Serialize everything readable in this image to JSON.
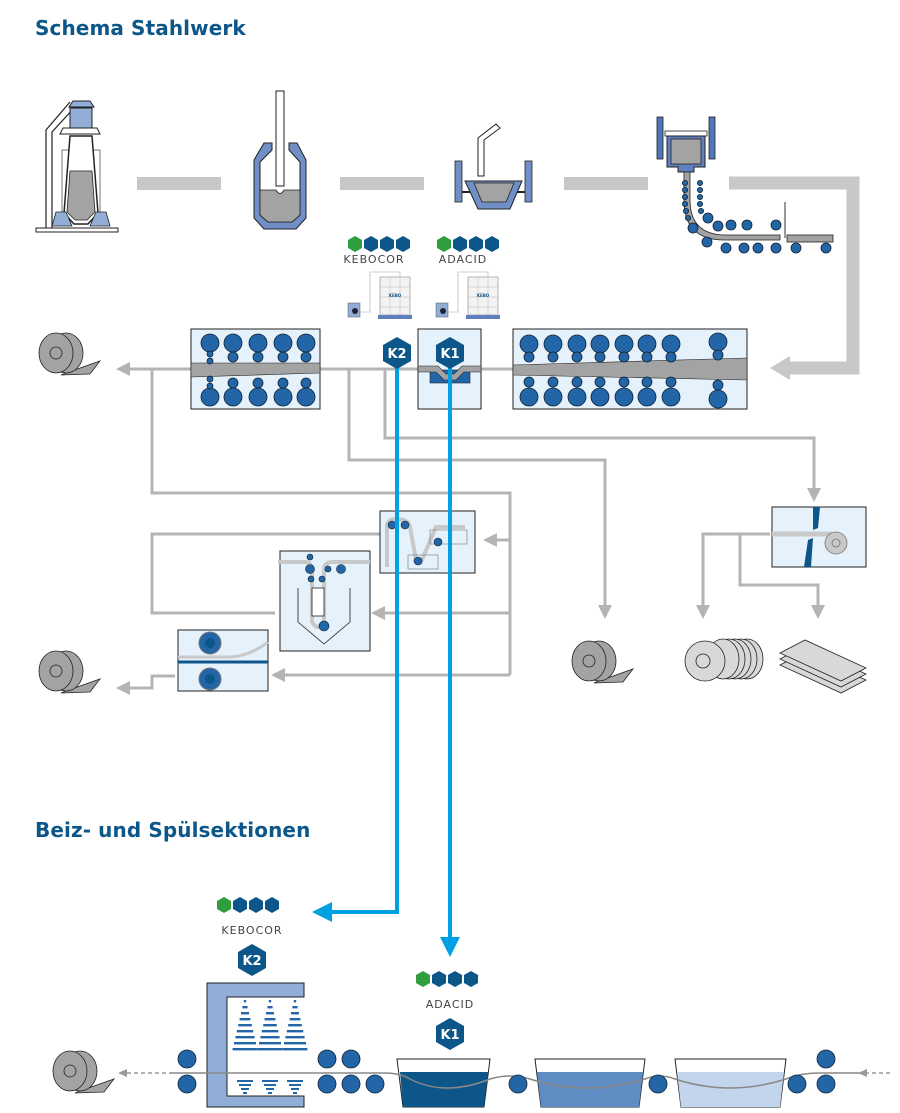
{
  "headings": {
    "steel_plant": "Schema Stahlwerk",
    "pickling": "Beiz- und Spülsektionen"
  },
  "brand": {
    "logo_letters": [
      "K",
      "E",
      "B",
      "O"
    ],
    "logo_colors": {
      "green": "#2e9e3e",
      "blue": "#0d5689"
    }
  },
  "products": {
    "top_left": {
      "name": "KEBOCOR",
      "badge": "K2"
    },
    "top_right": {
      "name": "ADACID",
      "badge": "K1"
    },
    "bottom_spray": {
      "name": "KEBOCOR",
      "badge": "K2"
    },
    "bottom_tank": {
      "name": "ADACID",
      "badge": "K1"
    }
  },
  "stages": {
    "top_row": [
      "blast-furnace",
      "converter",
      "ladle",
      "continuous-caster"
    ],
    "rolling": [
      "finishing-mill",
      "pickling-unit",
      "roughing-mill"
    ],
    "cold_processing": [
      "annealing-unit",
      "galvanizing-unit",
      "temper-mill"
    ],
    "outputs": [
      "coil",
      "coil",
      "coil",
      "slit-coils",
      "sheets"
    ],
    "pickling_line": [
      "spray-rinse",
      "acid-tank-1",
      "acid-tank-2",
      "acid-tank-3"
    ]
  },
  "colors": {
    "dark_blue": "#0d5689",
    "roll_blue": "#2366a8",
    "light_blue_fill": "#e6f2fb",
    "machine_blue": "#93aed6",
    "injection_cyan": "#00a0e3",
    "flow_gray": "#b4b4b4",
    "material_gray": "#a3a3a3",
    "tank_1": "#0d5689",
    "tank_2": "#5f8cc2",
    "tank_3": "#c3d5ec"
  }
}
